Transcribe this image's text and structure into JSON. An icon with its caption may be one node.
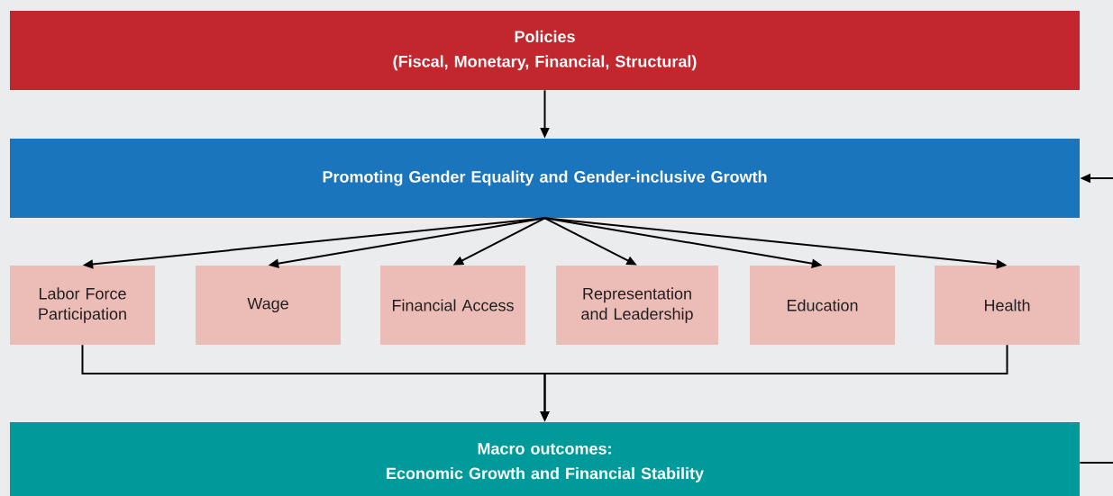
{
  "diagram": {
    "nodes": [
      {
        "text": [
          "Policies",
          "(Fiscal, Monetary, Financial, Structural)"
        ]
      },
      {
        "text": [
          "Promoting Gender Equality and Gender-inclusive Growth"
        ]
      },
      {
        "text": [
          "Labor Force Participation"
        ]
      },
      {
        "text": [
          "Wage"
        ]
      },
      {
        "text": [
          "Financial Access"
        ]
      },
      {
        "text": [
          "Representation and Leadership"
        ]
      },
      {
        "text": [
          "Education"
        ]
      },
      {
        "text": [
          "Health"
        ]
      },
      {
        "text": [
          "Macro outcomes:",
          "Economic Growth and Financial Stability"
        ]
      }
    ],
    "edges": [
      {
        "from": 0,
        "to": 1,
        "arrow": "to"
      },
      {
        "from": 1,
        "to": 2,
        "arrow": "to"
      },
      {
        "from": 1,
        "to": 3,
        "arrow": "to"
      },
      {
        "from": 1,
        "to": 4,
        "arrow": "to"
      },
      {
        "from": 1,
        "to": 5,
        "arrow": "to"
      },
      {
        "from": 1,
        "to": 6,
        "arrow": "to"
      },
      {
        "from": 1,
        "to": 7,
        "arrow": "to"
      },
      {
        "from": 2,
        "to": 8,
        "arrow": "to"
      },
      {
        "from": 7,
        "to": 8,
        "arrow": "to"
      },
      {
        "from": 8,
        "to": 1,
        "arrow": "to"
      }
    ]
  }
}
